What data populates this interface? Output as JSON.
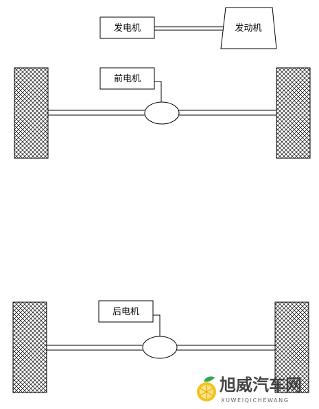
{
  "components": {
    "generator": {
      "label": "发电机"
    },
    "engine": {
      "label": "发动机"
    },
    "front_motor": {
      "label": "前电机"
    },
    "rear_motor": {
      "label": "后电机"
    }
  },
  "watermark": {
    "brand_cn": "旭威汽车网",
    "brand_en": "XUWEIQICHEWANG"
  }
}
